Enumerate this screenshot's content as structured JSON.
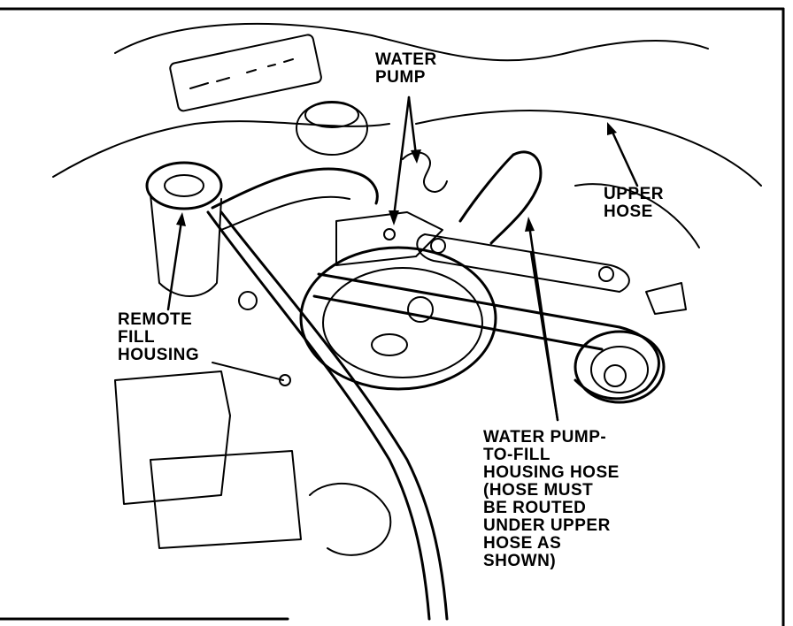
{
  "labels": {
    "water_pump": [
      "WATER",
      "PUMP"
    ],
    "upper_hose": [
      "UPPER",
      "HOSE"
    ],
    "remote_fill_housing": [
      "REMOTE",
      "FILL",
      "HOUSING"
    ],
    "water_pump_to_fill_housing_hose": [
      "WATER PUMP-",
      "TO-FILL",
      "HOUSING HOSE",
      "(HOSE MUST",
      "BE ROUTED",
      "UNDER UPPER",
      "HOSE AS",
      "SHOWN)"
    ]
  },
  "colors": {
    "line": "#000000",
    "background": "#ffffff"
  }
}
